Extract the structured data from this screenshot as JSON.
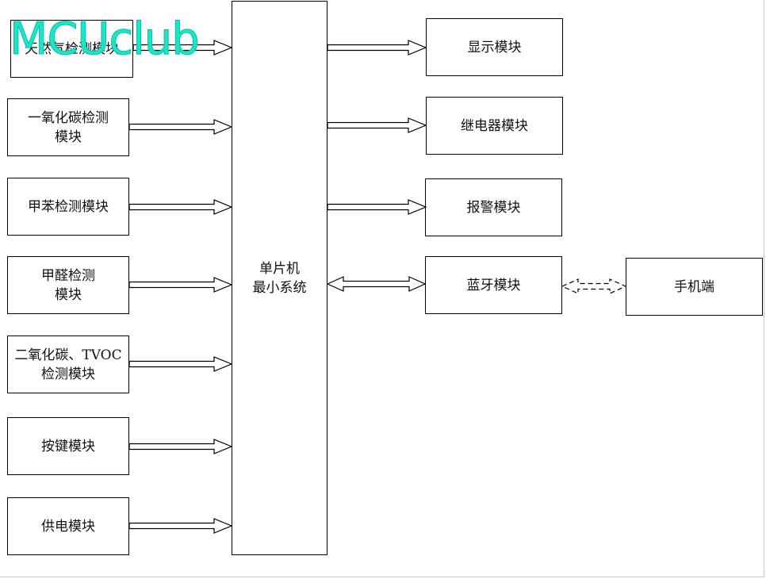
{
  "inputs": [
    {
      "id": "natural-gas",
      "label": "天然气检测模块"
    },
    {
      "id": "co",
      "label": "一氧化碳检测\n模块"
    },
    {
      "id": "benzene",
      "label": "甲苯检测模块"
    },
    {
      "id": "formaldehyde",
      "label": "甲醛检测\n模块"
    },
    {
      "id": "co2-tvoc",
      "label": "二氧化碳、TVOC\n检测模块"
    },
    {
      "id": "keys",
      "label": "按键模块"
    },
    {
      "id": "power",
      "label": "供电模块"
    }
  ],
  "mcu": {
    "label": "单片机\n最小系统"
  },
  "outputs": [
    {
      "id": "display",
      "label": "显示模块"
    },
    {
      "id": "relay",
      "label": "继电器模块"
    },
    {
      "id": "alarm",
      "label": "报警模块"
    },
    {
      "id": "bluetooth",
      "label": "蓝牙模块"
    }
  ],
  "phone": {
    "label": "手机端"
  },
  "watermark": {
    "text": "MCUclub",
    "color": "#19e6c8"
  }
}
